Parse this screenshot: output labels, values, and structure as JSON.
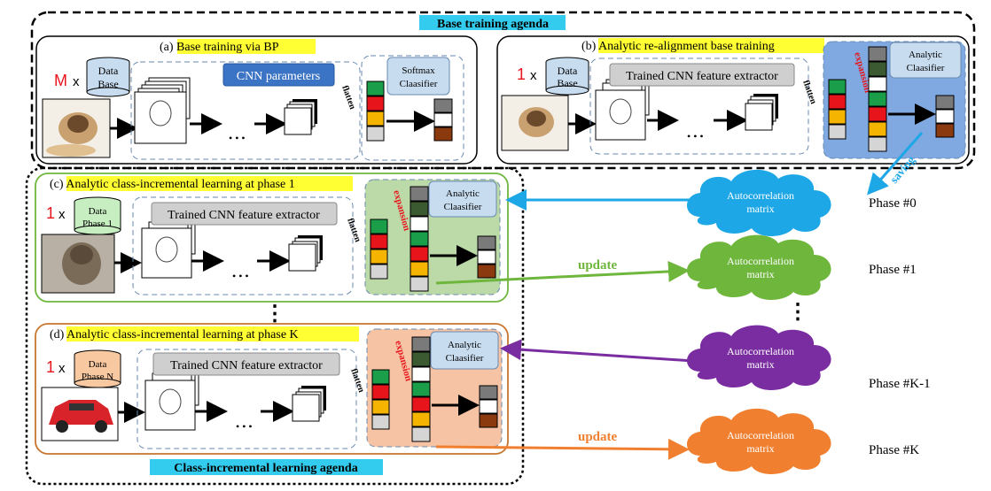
{
  "base_agenda_title": "Base training agenda",
  "cil_agenda_title": "Class-incremental learning agenda",
  "panel_a": {
    "title": "(a) Base training via BP",
    "multiplier": "M",
    "times": "x",
    "db_label": [
      "Data",
      "Base"
    ],
    "cnn_params": "CNN parameters",
    "flatten": "flatten",
    "classifier": [
      "Softmax",
      "Claasifier"
    ],
    "dots": "• • •"
  },
  "panel_b": {
    "title": "(b) Analytic re-alignment base training",
    "multiplier": "1",
    "times": "x",
    "db_label": [
      "Data",
      "Base"
    ],
    "extractor": "Trained CNN feature extractor",
    "flatten": "flatten",
    "expansion": "expansion",
    "classifier": [
      "Analytic",
      "Claasifier"
    ],
    "saving": "saving",
    "dots": "• • •"
  },
  "panel_c": {
    "title": "(c) Analytic class-incremental learning at phase 1",
    "multiplier": "1",
    "times": "x",
    "db_label": [
      "Data",
      "Phase 1"
    ],
    "extractor": "Trained CNN feature extractor",
    "flatten": "flatten",
    "expansion": "expansion",
    "classifier": [
      "Analytic",
      "Claasifier"
    ],
    "dots": "• • •"
  },
  "panel_d": {
    "title": "(d) Analytic class-incremental learning at phase K",
    "multiplier": "1",
    "times": "x",
    "db_label": [
      "Data",
      "Phase N"
    ],
    "extractor": "Trained CNN feature extractor",
    "flatten": "flatten",
    "expansion": "expansion",
    "classifier": [
      "Analytic",
      "Claasifier"
    ],
    "dots": "• • •"
  },
  "clouds": [
    {
      "label": [
        "Autocorrelation",
        "matrix"
      ],
      "phase": "Phase #0",
      "color": "#1ea7e6"
    },
    {
      "label": [
        "Autocorrelation",
        "matrix"
      ],
      "phase": "Phase #1",
      "color": "#6fb63d"
    },
    {
      "label": [
        "Autocorrelation",
        "matrix"
      ],
      "phase": "Phase #K-1",
      "color": "#7a2da0"
    },
    {
      "label": [
        "Autocorrelation",
        "matrix"
      ],
      "phase": "Phase #K",
      "color": "#f08030"
    }
  ],
  "update_labels": [
    "update",
    "update"
  ],
  "vdots": "⋮",
  "colors": {
    "green": "#1a9e4a",
    "red": "#e8141c",
    "orange": "#f5b400",
    "gray": "#d5d5d5",
    "darkgray": "#7a7a7a",
    "white": "#ffffff",
    "brown": "#8a3a0e",
    "darkgreen": "#3c5a32",
    "highlight_yellow": "#ffff33",
    "highlight_cyan": "#33ccee"
  }
}
